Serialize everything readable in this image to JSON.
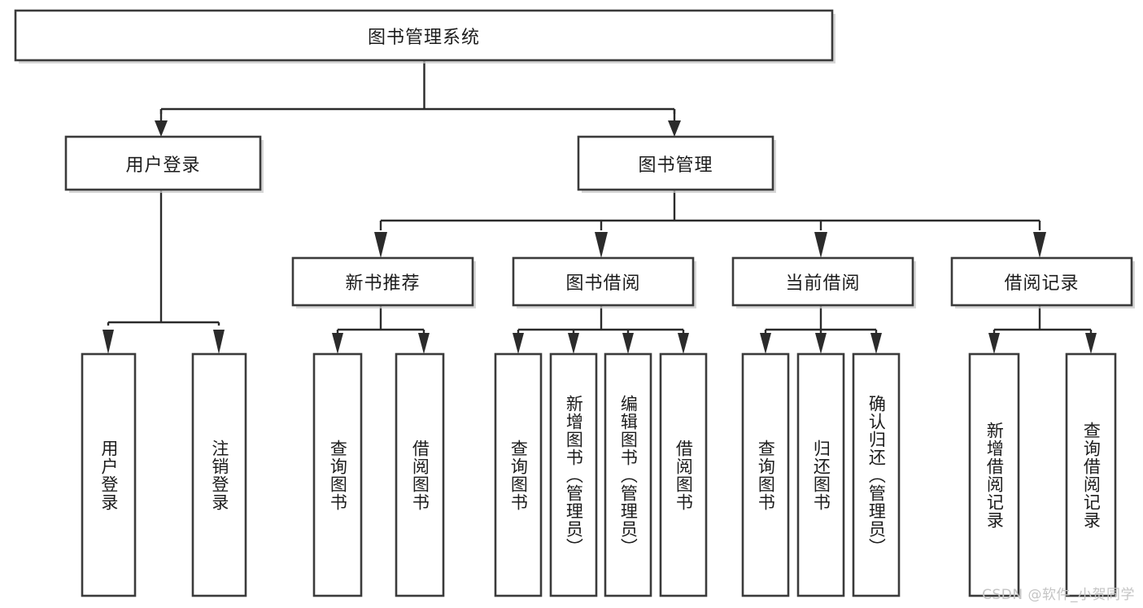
{
  "diagram": {
    "title": "图书管理系统",
    "type": "tree",
    "orientation": "top-down",
    "watermark": "CSDN @软件_小贺同学",
    "colors": {
      "box_stroke": "#3b3b3b",
      "box_fill": "#ffffff",
      "connector": "#2b2b2b",
      "text": "#1c1c1c",
      "background": "#ffffff",
      "watermark": "#c4c4c4",
      "shadow": "#c9c9c9"
    }
  },
  "nodes": {
    "root": {
      "id": "root",
      "label": "图书管理系统",
      "level": 0,
      "orientation": "horizontal"
    },
    "l1": [
      {
        "id": "user-login",
        "label": "用户登录",
        "level": 1,
        "orientation": "horizontal"
      },
      {
        "id": "book-manage",
        "label": "图书管理",
        "level": 1,
        "orientation": "horizontal"
      }
    ],
    "l2": [
      {
        "id": "new-book-recommend",
        "label": "新书推荐",
        "level": 2,
        "orientation": "horizontal",
        "parent": "book-manage"
      },
      {
        "id": "book-borrow",
        "label": "图书借阅",
        "level": 2,
        "orientation": "horizontal",
        "parent": "book-manage"
      },
      {
        "id": "current-borrow",
        "label": "当前借阅",
        "level": 2,
        "orientation": "horizontal",
        "parent": "book-manage"
      },
      {
        "id": "borrow-record",
        "label": "借阅记录",
        "level": 2,
        "orientation": "horizontal",
        "parent": "book-manage"
      }
    ],
    "leaves": [
      {
        "id": "leaf-user-login",
        "label": "用户登录",
        "parent": "user-login",
        "orientation": "vertical"
      },
      {
        "id": "leaf-logout-login",
        "label": "注销登录",
        "parent": "user-login",
        "orientation": "vertical"
      },
      {
        "id": "leaf-query-book-1",
        "label": "查询图书",
        "parent": "new-book-recommend",
        "orientation": "vertical"
      },
      {
        "id": "leaf-borrow-book-1",
        "label": "借阅图书",
        "parent": "new-book-recommend",
        "orientation": "vertical"
      },
      {
        "id": "leaf-query-book-2",
        "label": "查询图书",
        "parent": "book-borrow",
        "orientation": "vertical"
      },
      {
        "id": "leaf-add-book",
        "label": "新增图书（管理员）",
        "parent": "book-borrow",
        "orientation": "vertical"
      },
      {
        "id": "leaf-edit-book",
        "label": "编辑图书（管理员）",
        "parent": "book-borrow",
        "orientation": "vertical"
      },
      {
        "id": "leaf-borrow-book-2",
        "label": "借阅图书",
        "parent": "book-borrow",
        "orientation": "vertical"
      },
      {
        "id": "leaf-query-book-3",
        "label": "查询图书",
        "parent": "current-borrow",
        "orientation": "vertical"
      },
      {
        "id": "leaf-return-book",
        "label": "归还图书",
        "parent": "current-borrow",
        "orientation": "vertical"
      },
      {
        "id": "leaf-confirm-return",
        "label": "确认归还（管理员）",
        "parent": "current-borrow",
        "orientation": "vertical"
      },
      {
        "id": "leaf-add-record",
        "label": "新增借阅记录",
        "parent": "borrow-record",
        "orientation": "vertical"
      },
      {
        "id": "leaf-query-record",
        "label": "查询借阅记录",
        "parent": "borrow-record",
        "orientation": "vertical"
      }
    ]
  }
}
